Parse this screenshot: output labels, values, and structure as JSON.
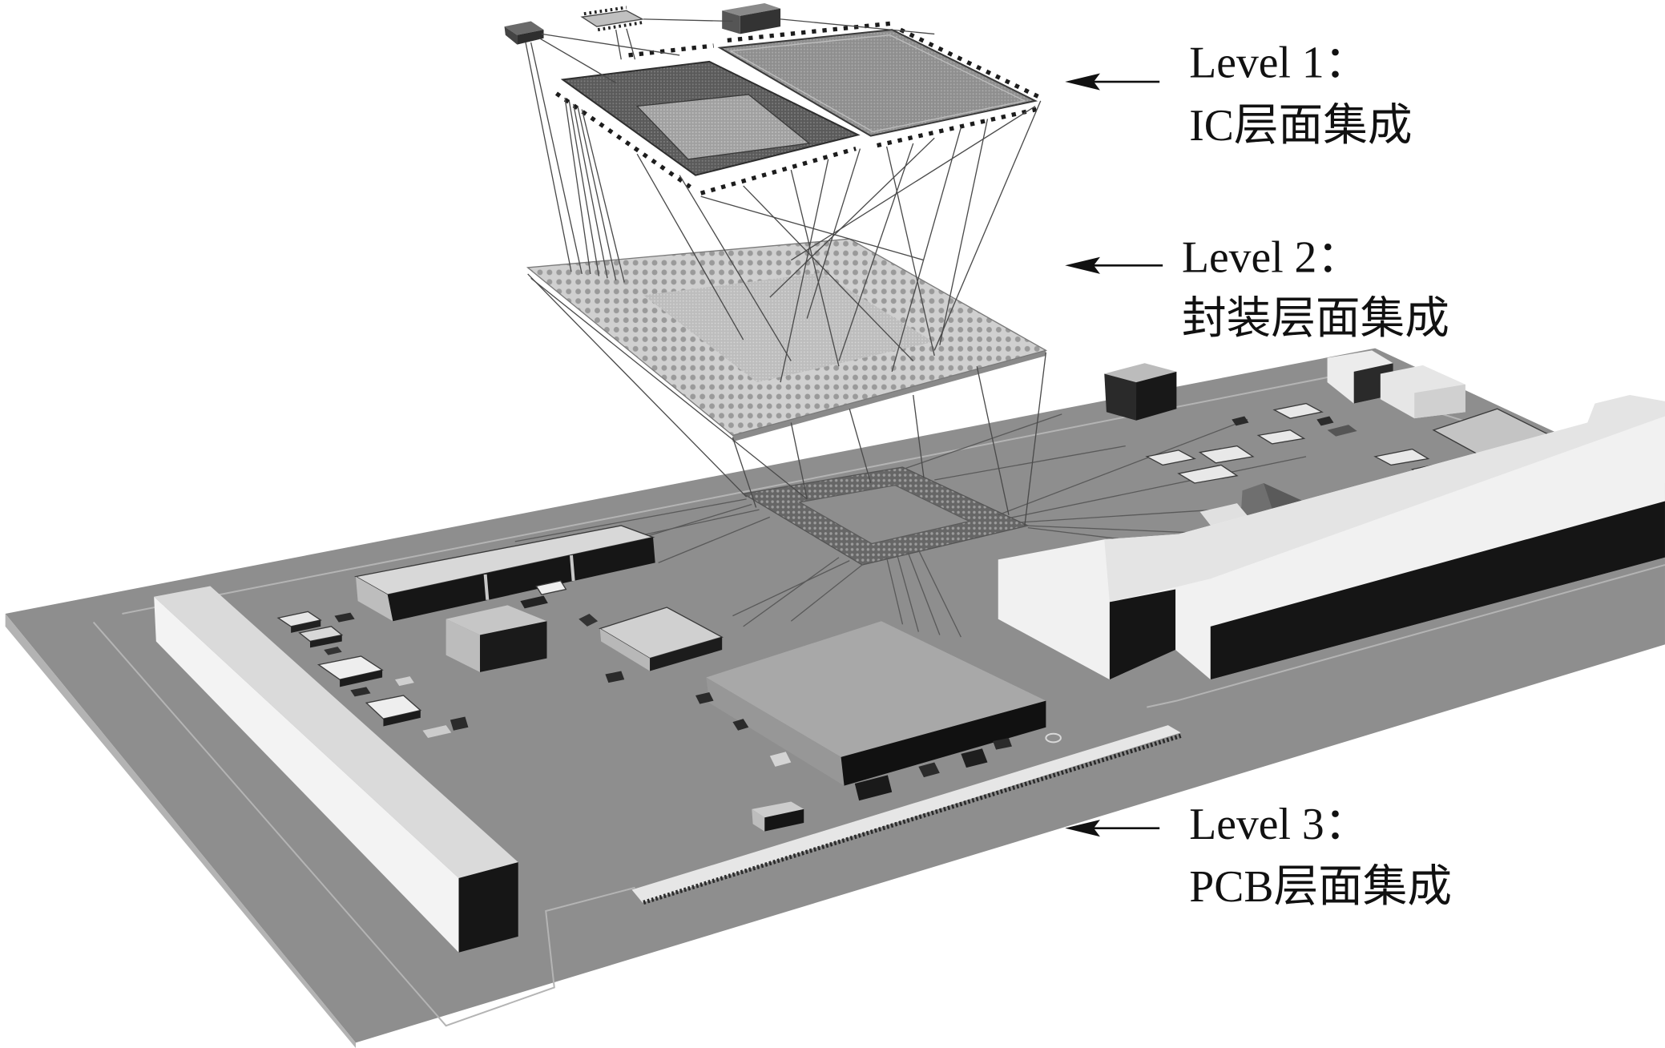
{
  "labels": [
    {
      "level": "Level 1：",
      "name": "IC层面集成"
    },
    {
      "level": "Level 2：",
      "name": "封装层面集成"
    },
    {
      "level": "Level 3：",
      "name": "PCB层面集成"
    }
  ]
}
